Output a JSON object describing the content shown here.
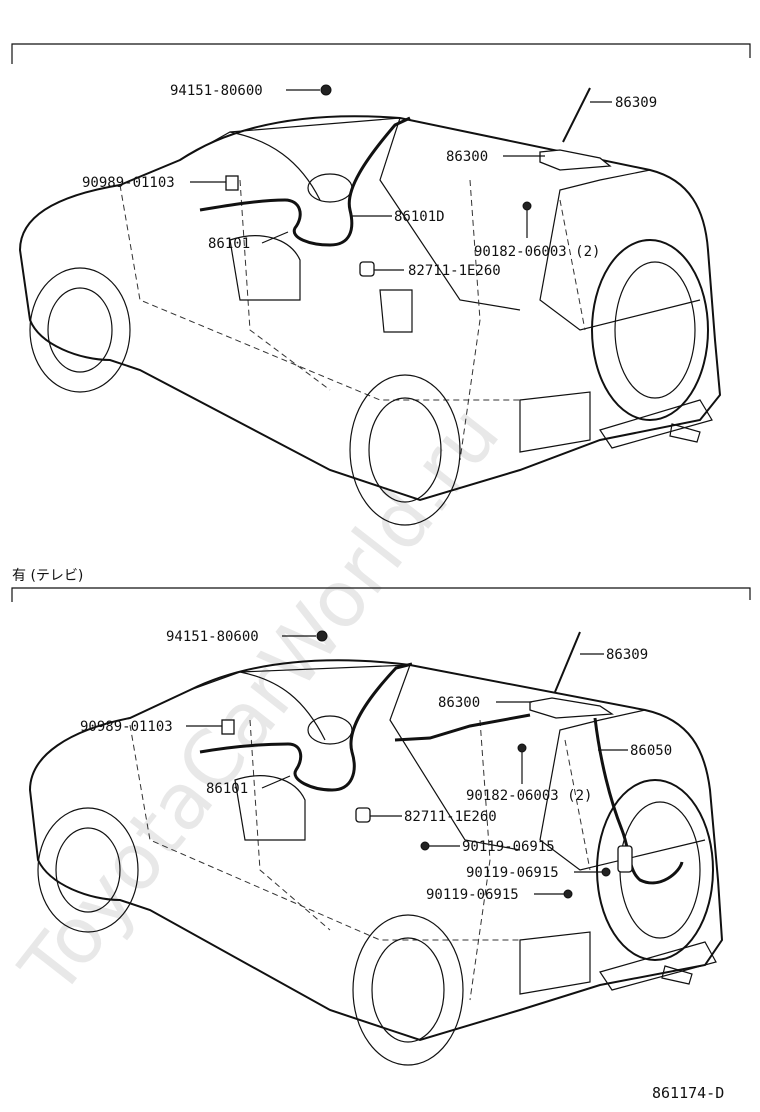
{
  "watermark": "ToyotaCarWorld.ru",
  "diagram_top": {
    "labels": {
      "p94151": "94151-80600",
      "p86309": "86309",
      "p86300": "86300",
      "p90989": "90989-01103",
      "p86101d": "86101D",
      "p86101": "86101",
      "p90182": "90182-06003 (2)",
      "p82711": "82711-1E260"
    }
  },
  "section_bottom": {
    "title": "有 (テレビ)"
  },
  "diagram_bottom": {
    "labels": {
      "p94151": "94151-80600",
      "p86309": "86309",
      "p86300": "86300",
      "p90989": "90989-01103",
      "p86050": "86050",
      "p86101": "86101",
      "p90182": "90182-06003 (2)",
      "p82711": "82711-1E260",
      "p90119a": "90119-06915",
      "p90119b": "90119-06915",
      "p90119c": "90119-06915"
    }
  },
  "figure_ref": "861174-D"
}
